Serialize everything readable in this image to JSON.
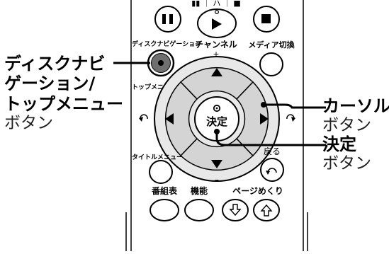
{
  "remote": {
    "top_labels": [
      "▮▮  ｜ ハ  ｜  ■"
    ],
    "pause_icon": "pause-icon",
    "play_icon": "play-icon",
    "stop_icon": "stop-icon",
    "disc_nav_label": "ディスクナビゲーション",
    "channel_label": "チャンネル",
    "channel_plus": "+",
    "media_switch_label": "メディア切換",
    "top_menu_small_label": "トップメニュー",
    "title_menu_label": "タイトルメニュー",
    "back_label": "戻る",
    "center_label": "決定",
    "minus": "–",
    "program_guide_label": "番組表",
    "function_label": "機能",
    "page_turn_label": "ページめくり"
  },
  "callouts": {
    "left": {
      "line1": "ディスクナビ",
      "line2": "ゲーション/",
      "line3": "トップメニュー",
      "line4": "ボタン"
    },
    "cursor": {
      "line1": "カーソル",
      "line2": "ボタン"
    },
    "enter": {
      "line1": "決定",
      "line2": "ボタン"
    }
  },
  "colors": {
    "button_fill": "#ffffff",
    "ring_fill": "#e8e8e8",
    "dpad_fill": "#d4d4d4",
    "disc_button_fill": "#6f6f6f",
    "outline": "#000000"
  }
}
